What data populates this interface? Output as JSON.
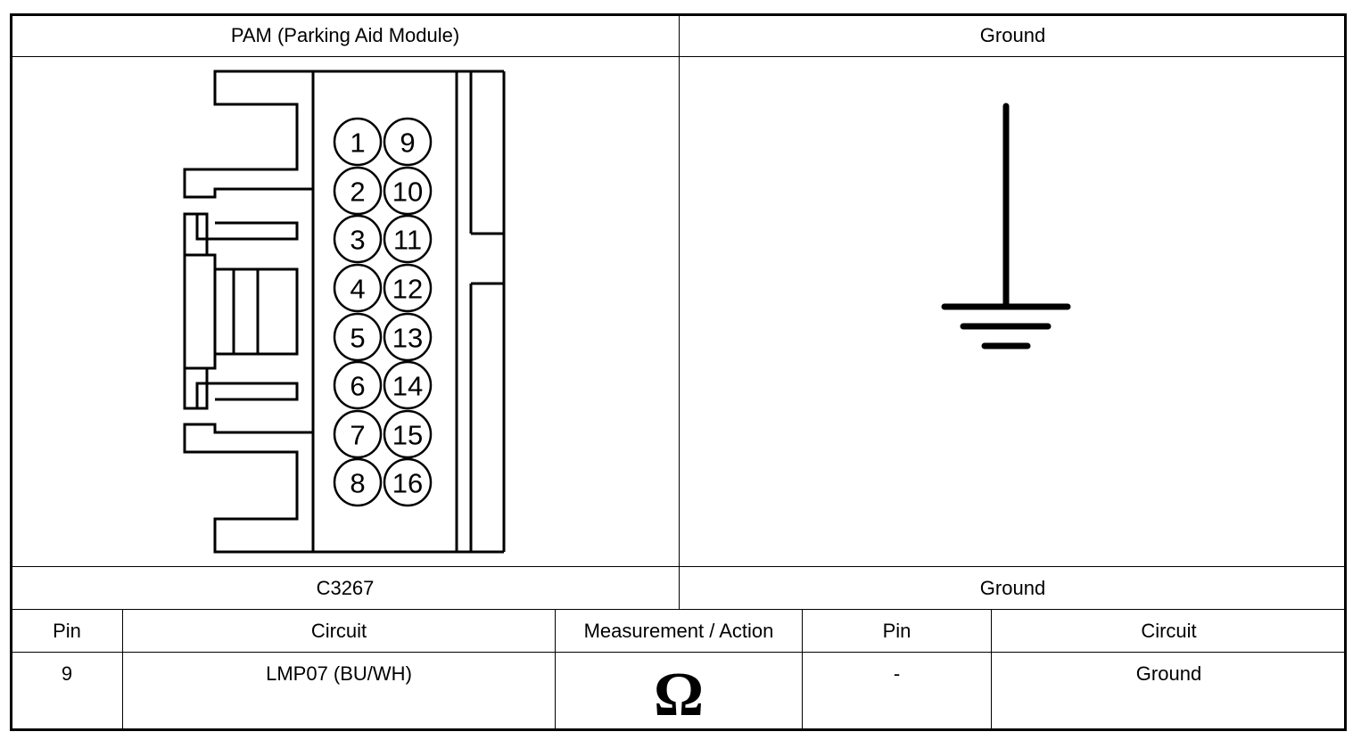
{
  "left_header": "PAM (Parking Aid Module)",
  "right_header": "Ground",
  "left_connector_label": "C3267",
  "right_connector_label": "Ground",
  "connector_pins": [
    {
      "left": "1",
      "right": "9"
    },
    {
      "left": "2",
      "right": "10"
    },
    {
      "left": "3",
      "right": "11"
    },
    {
      "left": "4",
      "right": "12"
    },
    {
      "left": "5",
      "right": "13"
    },
    {
      "left": "6",
      "right": "14"
    },
    {
      "left": "7",
      "right": "15"
    },
    {
      "left": "8",
      "right": "16"
    }
  ],
  "table": {
    "headers": {
      "pin_a": "Pin",
      "circuit_a": "Circuit",
      "measurement": "Measurement / Action",
      "pin_b": "Pin",
      "circuit_b": "Circuit"
    },
    "row": {
      "pin_a": "9",
      "circuit_a": "LMP07 (BU/WH)",
      "measurement_icon": "ohm-icon",
      "measurement_symbol": "Ω",
      "pin_b": "-",
      "circuit_b": "Ground"
    }
  }
}
